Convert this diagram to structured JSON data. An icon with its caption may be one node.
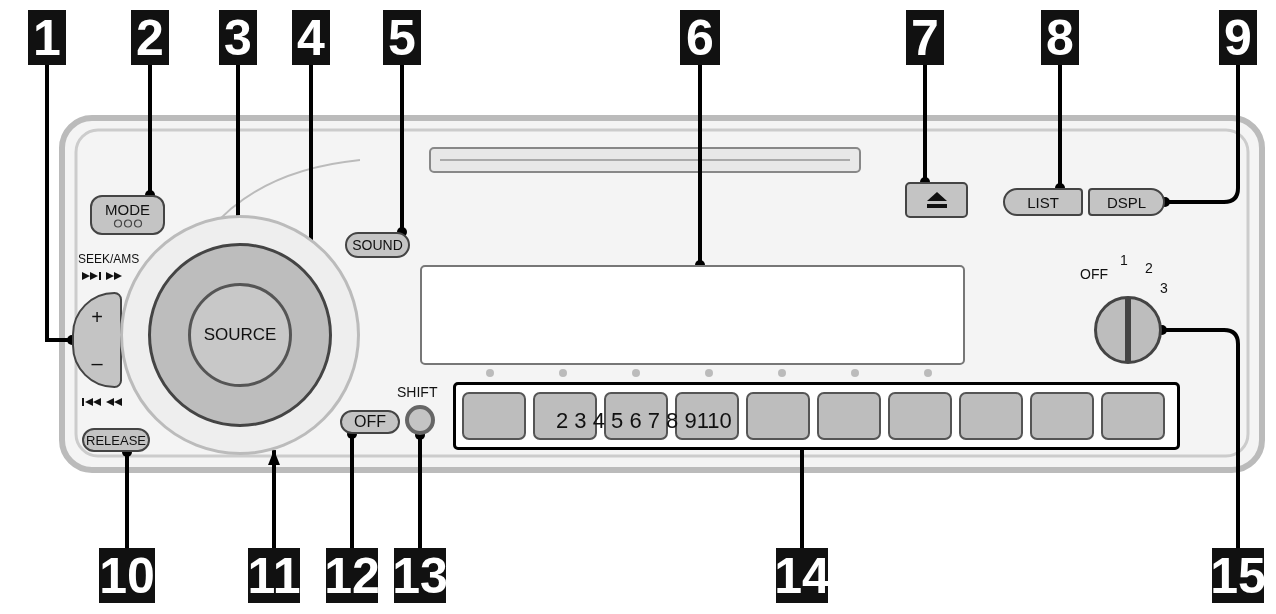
{
  "diagram": {
    "nodes": [
      {
        "text": [
          "1"
        ]
      },
      {
        "text": [
          "2"
        ]
      },
      {
        "text": [
          "3"
        ]
      },
      {
        "text": [
          "4"
        ]
      },
      {
        "text": [
          "5"
        ]
      },
      {
        "text": [
          "6"
        ]
      },
      {
        "text": [
          "7"
        ]
      },
      {
        "text": [
          "8"
        ]
      },
      {
        "text": [
          "9"
        ]
      },
      {
        "text": [
          "10"
        ]
      },
      {
        "text": [
          "11"
        ]
      },
      {
        "text": [
          "12"
        ]
      },
      {
        "text": [
          "13"
        ]
      },
      {
        "text": [
          "14"
        ]
      },
      {
        "text": [
          "15"
        ]
      },
      {
        "text": [
          "MODE"
        ]
      },
      {
        "text": [
          "+",
          "–"
        ]
      },
      {
        "text": [],
        "shape": "circle"
      },
      {
        "text": [],
        "shape": "circle",
        "in": 17
      },
      {
        "text": [
          "SOURCE"
        ],
        "in": 18
      },
      {
        "text": [
          "SOUND"
        ]
      },
      {
        "text": [],
        "shape": "box"
      },
      {
        "text": [],
        "shape": "box"
      },
      {
        "text": [
          "LIST"
        ]
      },
      {
        "text": [
          "DSPL"
        ]
      },
      {
        "text": [],
        "shape": "circle"
      },
      {
        "text": [
          "RELEASE"
        ]
      },
      {
        "text": [
          "OFF"
        ]
      },
      {
        "text": [],
        "shape": "circle",
        "beside": [
          "SHIFT"
        ]
      },
      {
        "text": [],
        "shape": "box"
      }
    ],
    "edges": [
      {
        "from": 0,
        "to": 16,
        "arrow": "other"
      },
      {
        "from": 1,
        "to": 15,
        "arrow": "other"
      },
      {
        "from": 2,
        "to": 19,
        "arrow": "other"
      },
      {
        "from": 3,
        "to": 18,
        "arrow": "other"
      },
      {
        "from": 4,
        "to": 20,
        "arrow": "other"
      },
      {
        "from": 5,
        "to": 21,
        "arrow": "other"
      },
      {
        "from": 6,
        "to": 22,
        "arrow": "other"
      },
      {
        "from": 7,
        "to": 23,
        "arrow": "other"
      },
      {
        "from": 8,
        "to": 24,
        "arrow": "other"
      },
      {
        "from": 9,
        "to": 26,
        "arrow": "other"
      },
      {
        "from": 10,
        "to": 17,
        "arrow": "to"
      },
      {
        "from": 11,
        "to": 27,
        "arrow": "other"
      },
      {
        "from": 12,
        "to": 28,
        "arrow": "other"
      },
      {
        "from": 13,
        "to": 29,
        "arrow": "none"
      },
      {
        "from": 14,
        "to": 25,
        "arrow": "other"
      }
    ],
    "labels": [
      "SEEK/AMS",
      "OFF",
      "1",
      "2",
      "3",
      "2 3 4 5 6 7 8 9110"
    ]
  }
}
